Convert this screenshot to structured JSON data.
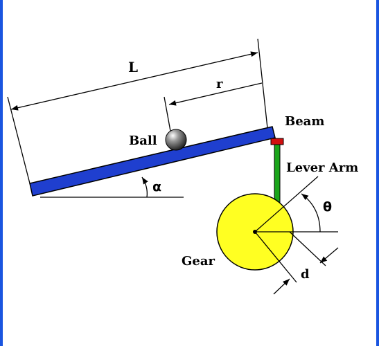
{
  "diagram": {
    "labels": {
      "length": "L",
      "ball_position": "r",
      "ball": "Ball",
      "beam": "Beam",
      "lever_arm": "Lever Arm",
      "gear": "Gear",
      "beam_angle": "α",
      "gear_angle": "θ",
      "offset": "d"
    },
    "colors": {
      "frame": "#1a55e0",
      "beam": "#1f3fcf",
      "lever_arm": "#1aa51a",
      "gear": "#ffff22",
      "pivot_cap": "#d01010",
      "ball": "#3a3a3a"
    }
  }
}
